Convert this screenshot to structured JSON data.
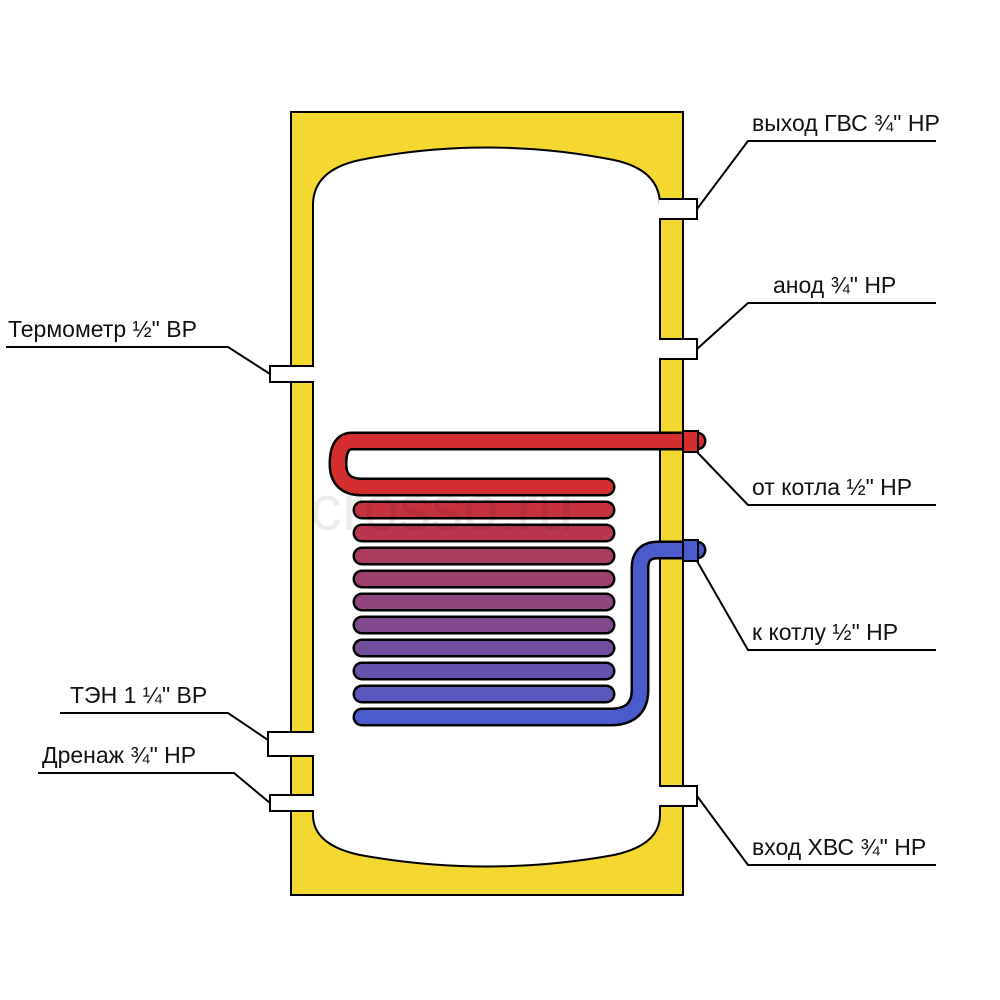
{
  "colors": {
    "tank_insulation": "#f5d731",
    "outline": "#000000",
    "coil_hot": "#d42e2e",
    "coil_cold": "#4a5bcc",
    "background": "#ffffff"
  },
  "labels": {
    "thermometer": "Термометр ½\" ВР",
    "heater": "ТЭН 1 ¼\" ВР",
    "drain": "Дренаж ¾\" НР",
    "hot_water_out": "выход ГВС ¾\" НР",
    "anode": "анод  ¾\" НР",
    "from_boiler": "от котла ½\" НР",
    "to_boiler": "к котлу ½\" НР",
    "cold_water_in": "вход ХВС ¾\" НР"
  },
  "watermark": "crosso.ru"
}
